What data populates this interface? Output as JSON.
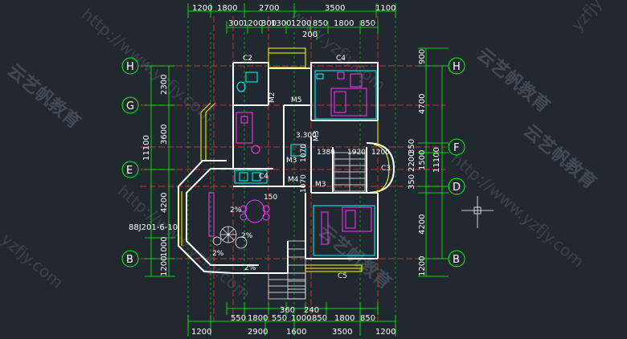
{
  "drawing": {
    "colors": {
      "background": "#212830",
      "dimension": "#00ff00",
      "axis": "#00ff00",
      "wall": "#ffffff",
      "gridline": "#ff3333",
      "furniture": "#ff33ff",
      "fixture": "#00ffff",
      "window": "#ffff00"
    },
    "top_dims_row1": [
      "1200",
      "1800",
      "2700",
      "3500",
      "1100"
    ],
    "top_dims_row2": [
      "300",
      "1200",
      "300",
      "1300",
      "1200",
      "850",
      "1800",
      "850"
    ],
    "top_dim_200": "200",
    "bottom_dims_row1": [
      "550",
      "1800",
      "550",
      "1000",
      "850",
      "1800",
      "850"
    ],
    "bottom_dims_row2": [
      "1200",
      "2900",
      "1600",
      "3500",
      "1200"
    ],
    "bottom_dims_extra": [
      "360",
      "240"
    ],
    "left_dims_outer": [
      "11100"
    ],
    "left_dims_inner": [
      "2300",
      "3600",
      "4200",
      "1000",
      "1200"
    ],
    "right_dims_outer": [
      "11100"
    ],
    "right_dims_inner": [
      "900",
      "4700",
      "350",
      "2200",
      "1500",
      "350",
      "4200",
      "1200"
    ],
    "axis_labels_left": [
      "H",
      "G",
      "E",
      "B"
    ],
    "axis_labels_right": [
      "H",
      "F",
      "D",
      "B"
    ],
    "room_labels": {
      "c2": "C2",
      "c4_top": "C4",
      "c4_mid": "C4",
      "c3": "C3",
      "c5": "C5",
      "m2": "M2",
      "m3a": "M3",
      "m3b": "M3",
      "m3c": "M3",
      "m4": "M4",
      "m5": "M5",
      "level": "3.300",
      "d1380": "1380",
      "d1920": "1920",
      "d1200": "1200",
      "d1070": "1070",
      "d1070b": "1070",
      "d150": "150",
      "slope1": "2%",
      "slope2": "2%",
      "slope3": "2%",
      "slope4": "2%",
      "ref": "88J201-6-10"
    },
    "watermarks": [
      "云艺帆教育",
      "云艺帆教育",
      "云艺帆教育",
      "云艺帆教育"
    ],
    "watermark_urls": [
      "http://www.yzfjy.com",
      "http://www.yzfjy.com",
      "www.yzfjy.com",
      "yzfjy.com",
      "yzfjy",
      "http://www.yzfjy.com"
    ]
  }
}
